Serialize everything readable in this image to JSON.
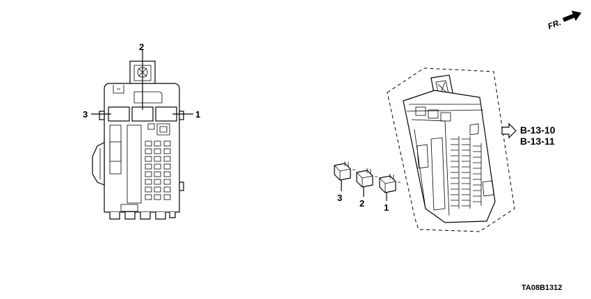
{
  "direction_label": "FR.",
  "left_view": {
    "callouts": {
      "relay_center": "2",
      "relay_left": "3",
      "relay_right": "1"
    }
  },
  "right_view": {
    "callouts": {
      "relay_3": "3",
      "relay_2": "2",
      "relay_1": "1"
    },
    "references": [
      "B-13-10",
      "B-13-11"
    ]
  },
  "diagram_code": "TA08B1312",
  "icons": {
    "direction_arrow": "arrow-right-icon",
    "reference_arrow": "hollow-arrow-icon"
  }
}
